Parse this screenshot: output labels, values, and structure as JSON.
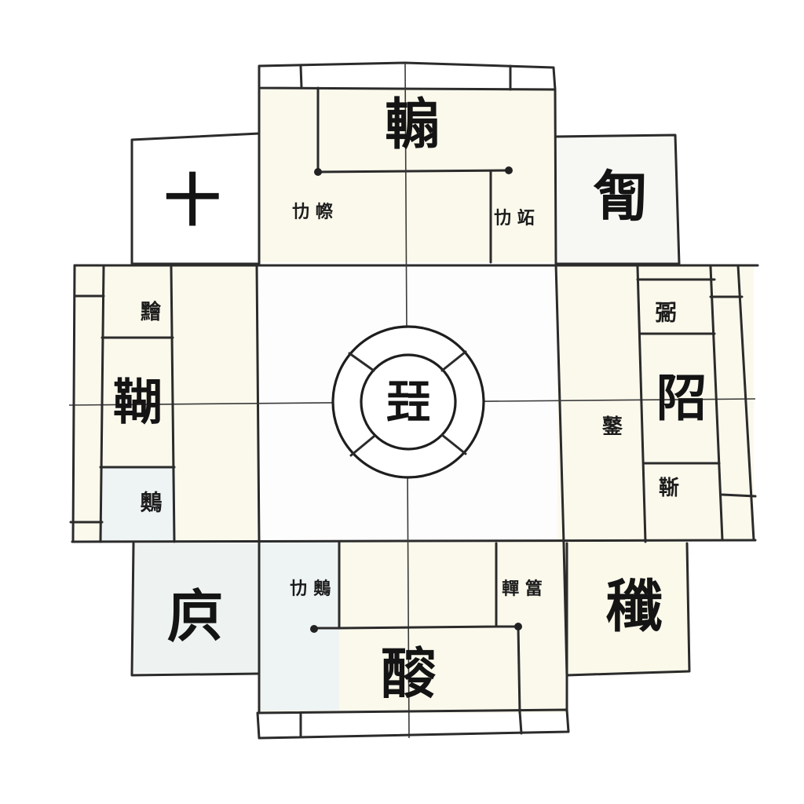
{
  "diagram": {
    "center_glyph": "㠭",
    "top": {
      "main": "䡪",
      "note_left": "㔹 㡜",
      "note_right": "㔹 䇉"
    },
    "bottom": {
      "main": "䤇",
      "note_left": "㔹 䴈",
      "note_right": "䡲 䈏"
    },
    "left": {
      "main": "䩴",
      "note_top": "䵳",
      "note_bottom": "䴈"
    },
    "right": {
      "main": "䧂",
      "note_top": "䰜",
      "note_mid": "䥢",
      "note_bottom": "䩢"
    },
    "corners": {
      "top_left": "十",
      "top_right": "㔨",
      "bottom_left": "㡶",
      "bottom_right": "䆎"
    }
  }
}
